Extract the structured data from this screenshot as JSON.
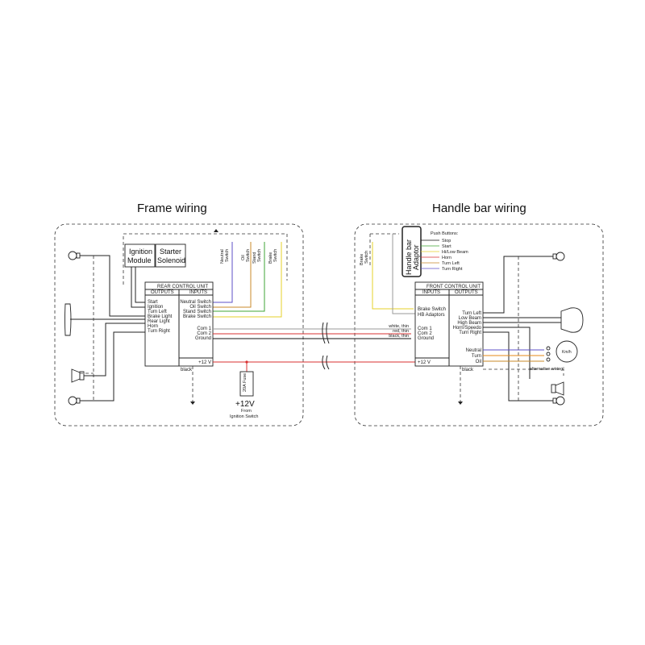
{
  "titles": {
    "frame": "Frame wiring",
    "handlebar": "Handle bar wiring"
  },
  "frame": {
    "ignition_module": [
      "Ignition",
      "Module"
    ],
    "starter_solenoid": [
      "Starter",
      "Solenoid"
    ],
    "switches": [
      {
        "l1": "Neutral",
        "l2": "Switch"
      },
      {
        "l1": "Oil",
        "l2": "Switch"
      },
      {
        "l1": "Stand",
        "l2": "Switch"
      },
      {
        "l1": "Brake",
        "l2": "Switch"
      }
    ],
    "rear_unit": {
      "title": "REAR CONTROL UNIT",
      "col_outputs": "OUTPUTS",
      "col_inputs": "INPUTS",
      "outputs": [
        "Start",
        "Ignition",
        "Turn Left",
        "Brake Light",
        "Rear Light",
        "Horn",
        "Turn Right"
      ],
      "inputs": [
        "Neutral Switch",
        "Oil Switch",
        "Stand Switch",
        "Brake Switch"
      ],
      "com": [
        "Com 1",
        "Com 2",
        "Ground"
      ],
      "plus12": "+12 V",
      "black": "black"
    },
    "fuse": "20A Fuse",
    "supply": "+12V",
    "supply_note1": "From",
    "supply_note2": "Ignition Switch"
  },
  "bus": {
    "wires": [
      "white, thin",
      "red, thin",
      "black, thin"
    ]
  },
  "handlebar": {
    "brake_switch": {
      "l1": "Brake",
      "l2": "Switch"
    },
    "adaptor": [
      "Handle bar",
      "Adaptor"
    ],
    "push_title": "Push Buttons:",
    "push_buttons": [
      "Stop",
      "Start",
      "Hi/Low Beam",
      "Horn",
      "Turn Left",
      "Turn Right"
    ],
    "front_unit": {
      "title": "FRONT CONTROL UNIT",
      "col_inputs": "INPUTS",
      "col_outputs": "OUTPUTS",
      "inputs": [
        "Brake Switch",
        "HB Adaptors"
      ],
      "com": [
        "Com 1",
        "Com 2",
        "Ground"
      ],
      "outputs": [
        "Turn Left",
        "Low Beam",
        "High Beam",
        "Horn/Speedo",
        "Turn Right"
      ],
      "indicators": [
        "Neutral",
        "Turn",
        "Oil"
      ],
      "plus12": "+12 V",
      "black": "black"
    },
    "alt_wiring": "alternative wiring!",
    "kmh": "Km/h"
  },
  "colors": {
    "neutral": "#5c4fc7",
    "oil": "#c9892a",
    "stand": "#3fa535",
    "brake": "#e6d12a",
    "white_wire": "#9a9a9a",
    "red_wire": "#d83030",
    "black_wire": "#111111",
    "turn_indicator": "#e68a1a"
  }
}
